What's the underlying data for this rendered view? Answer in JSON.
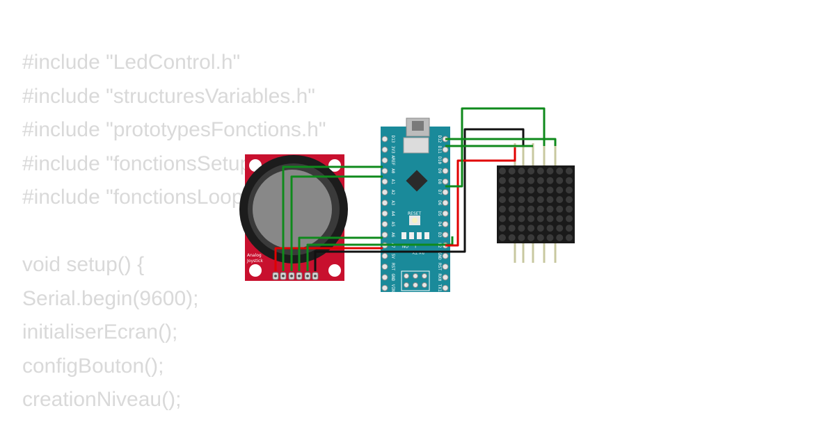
{
  "code_lines": [
    "#include \"LedControl.h\"",
    "#include \"structuresVariables.h\"",
    "#include \"prototypesFonctions.h\"",
    "#include \"fonctionsSetup.h\"",
    "#include \"fonctionsLoop.h\"",
    "",
    "void setup() {",
    "Serial.begin(9600);",
    "initialiserEcran();",
    "configBouton();",
    "creationNiveau();"
  ],
  "joystick": {
    "label_line1": "Analog",
    "label_line2": "Joystick"
  },
  "arduino": {
    "reset_label": "RESET",
    "left_pins": [
      "D13",
      "3V3",
      "AREF",
      "A0",
      "A1",
      "A2",
      "A3",
      "A4",
      "A5",
      "A6",
      "A7",
      "5V",
      "RST",
      "GND",
      "VIN"
    ],
    "right_pins": [
      "D12",
      "D11",
      "D10",
      "D9",
      "D8",
      "D7",
      "D6",
      "D5",
      "D4",
      "D3",
      "D2",
      "GND",
      "RST",
      "RX0",
      "TX1"
    ],
    "led_labels": [
      "TX",
      "RX",
      "ON",
      "L"
    ]
  },
  "colors": {
    "board": "#1a8a9a",
    "joystick_board": "#c8102e",
    "wire_green": "#0f8a1c",
    "wire_red": "#e00000",
    "wire_black": "#111111",
    "code_text": "#d9d9d9"
  }
}
